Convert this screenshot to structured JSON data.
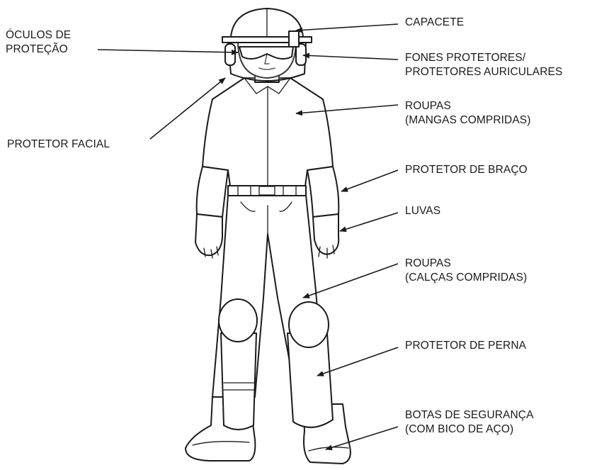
{
  "labels": {
    "capacete": "CAPACETE",
    "oculos_1": "ÓCULOS DE",
    "oculos_2": "PROTEÇÃO",
    "fones_1": "FONES PROTETORES/",
    "fones_2": "PROTETORES AURICULARES",
    "protetor_facial": "PROTETOR FACIAL",
    "roupas_mangas_1": "ROUPAS",
    "roupas_mangas_2": "(MANGAS COMPRIDAS)",
    "protetor_braco": "PROTETOR DE BRAÇO",
    "luvas": "LUVAS",
    "roupas_calcas_1": "ROUPAS",
    "roupas_calcas_2": "(CALÇAS COMPRIDAS)",
    "protetor_perna": "PROTETOR DE PERNA",
    "botas_1": "BOTAS DE SEGURANÇA",
    "botas_2": "(COM BICO DE AÇO)"
  }
}
